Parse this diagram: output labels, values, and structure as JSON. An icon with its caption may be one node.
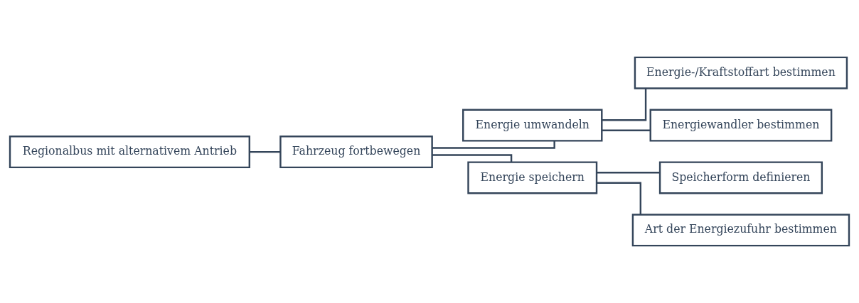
{
  "diagram": {
    "nodes": [
      {
        "text": [
          "Regionalbus mit alternativem Antrieb"
        ]
      },
      {
        "text": [
          "Fahrzeug fortbewegen"
        ]
      },
      {
        "text": [
          "Energie umwandeln"
        ]
      },
      {
        "text": [
          "Energie speichern"
        ]
      },
      {
        "text": [
          "Energie-/Kraftstoffart bestimmen"
        ]
      },
      {
        "text": [
          "Energiewandler bestimmen"
        ]
      },
      {
        "text": [
          "Speicherform definieren"
        ]
      },
      {
        "text": [
          "Art der Energiezufuhr bestimmen"
        ]
      }
    ],
    "edges": [
      {
        "from": 0,
        "to": 1,
        "arrow": "none"
      },
      {
        "from": 1,
        "to": 2,
        "arrow": "none"
      },
      {
        "from": 1,
        "to": 3,
        "arrow": "none"
      },
      {
        "from": 2,
        "to": 4,
        "arrow": "none"
      },
      {
        "from": 2,
        "to": 5,
        "arrow": "none"
      },
      {
        "from": 3,
        "to": 6,
        "arrow": "none"
      },
      {
        "from": 3,
        "to": 7,
        "arrow": "none"
      }
    ]
  }
}
